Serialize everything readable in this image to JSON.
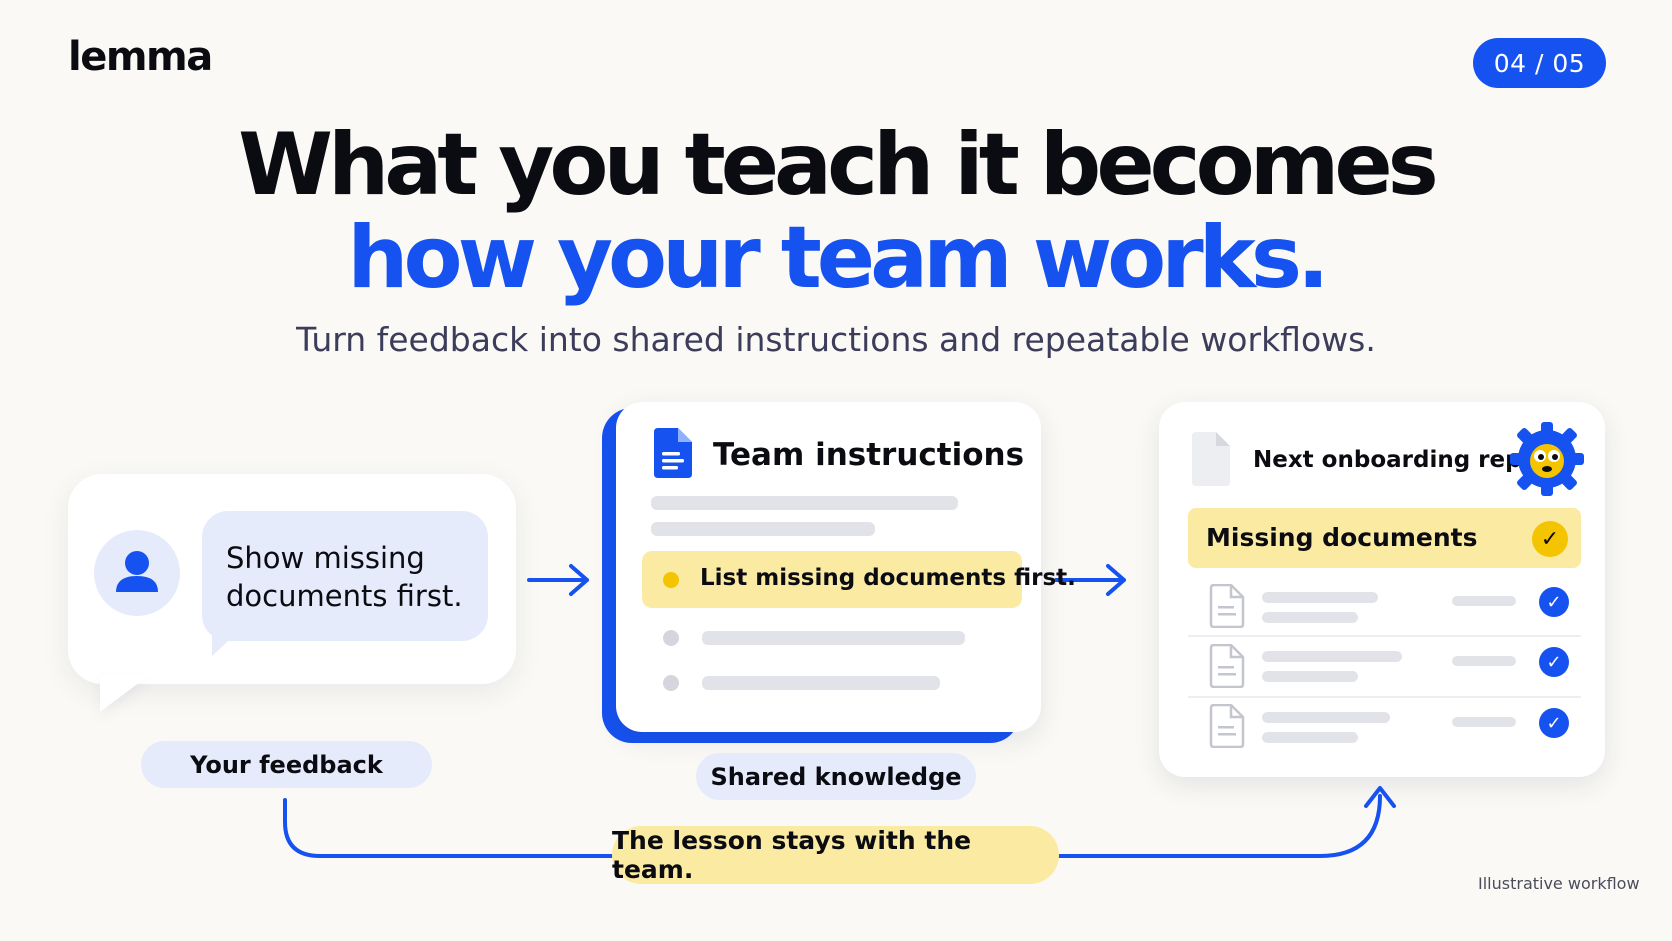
{
  "brand": {
    "logo": "lemma"
  },
  "pager": {
    "label": "04 / 05"
  },
  "headline": {
    "line1": "What you teach it becomes",
    "line2": "how your team works."
  },
  "subtitle": "Turn feedback into shared instructions and repeatable workflows.",
  "feedback": {
    "message_line1": "Show missing",
    "message_line2": "documents first.",
    "label": "Your feedback",
    "icon": "user-avatar-icon"
  },
  "instructions": {
    "title": "Team instructions",
    "highlight": "List missing documents first.",
    "label": "Shared knowledge",
    "icon": "document-icon"
  },
  "report": {
    "title": "Next onboarding report",
    "missing_label": "Missing documents",
    "icon": "file-icon",
    "mascot": "gear-mascot-icon"
  },
  "loop": {
    "label": "The lesson stays with the team."
  },
  "footnote": "Illustrative workflow",
  "colors": {
    "accent": "#1652f0",
    "highlight": "#fbeaa2",
    "pill": "#e6ebfb",
    "background": "#faf9f5"
  }
}
